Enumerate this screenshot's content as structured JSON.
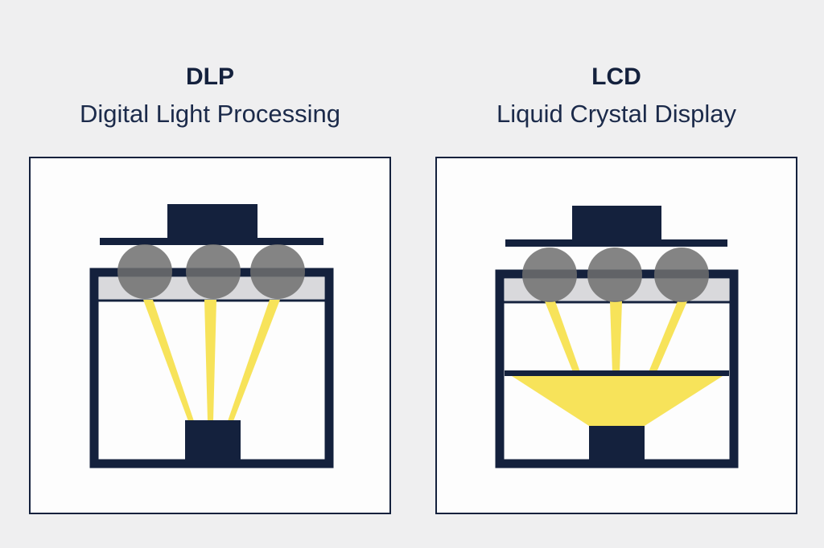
{
  "colors": {
    "background": "#efeff0",
    "navy": "#14213d",
    "light_beam": "#f7e35a",
    "optic_sphere": "#6e6e6e",
    "resin_layer": "#d9d9dc",
    "frame_fill": "#fdfdfd"
  },
  "panels": [
    {
      "id": "dlp",
      "acronym": "DLP",
      "full_name": "Digital Light Processing"
    },
    {
      "id": "lcd",
      "acronym": "LCD",
      "full_name": "Liquid Crystal Display"
    }
  ]
}
